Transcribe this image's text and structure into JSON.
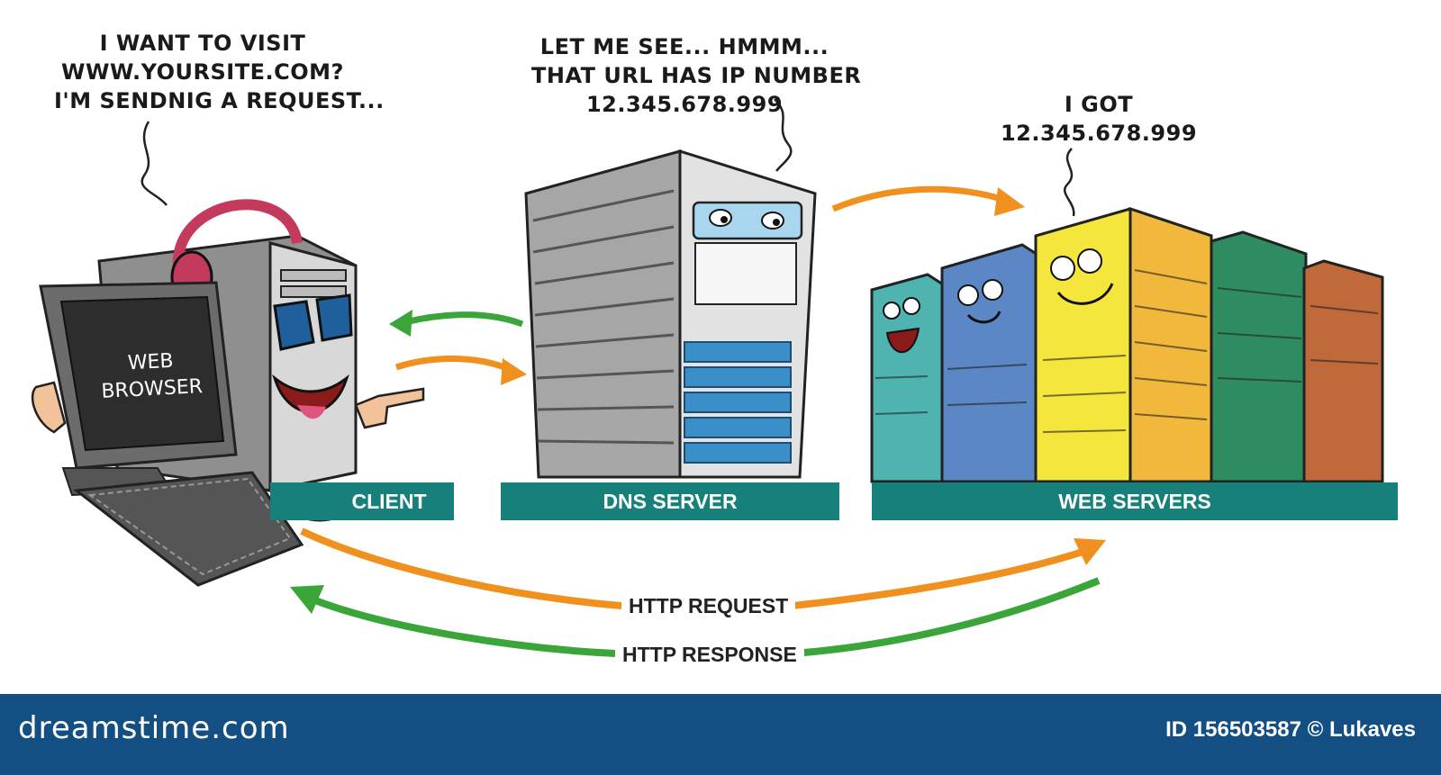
{
  "speech": {
    "client": [
      "I WANT TO VISIT",
      "WWW.YOURSITE.COM?",
      "I'M SENDNIG A REQUEST..."
    ],
    "dns": [
      "LET ME SEE... HMMM...",
      "THAT URL HAS IP NUMBER",
      "12.345.678.999"
    ],
    "web": [
      "I GOT",
      "12.345.678.999"
    ]
  },
  "screen_text": [
    "WEB",
    "BROWSER"
  ],
  "labels": {
    "client": "CLIENT",
    "dns": "DNS SERVER",
    "web": "WEB SERVERS"
  },
  "http": {
    "request": "HTTP REQUEST",
    "response": "HTTP RESPONSE"
  },
  "footer": {
    "brand": "dreamstime.com",
    "id": "ID 156503587 © Lukaves"
  },
  "colors": {
    "request_arrow": "#f0901e",
    "response_arrow": "#3aa63a",
    "stage": "#17807a",
    "footer": "#134f83"
  }
}
